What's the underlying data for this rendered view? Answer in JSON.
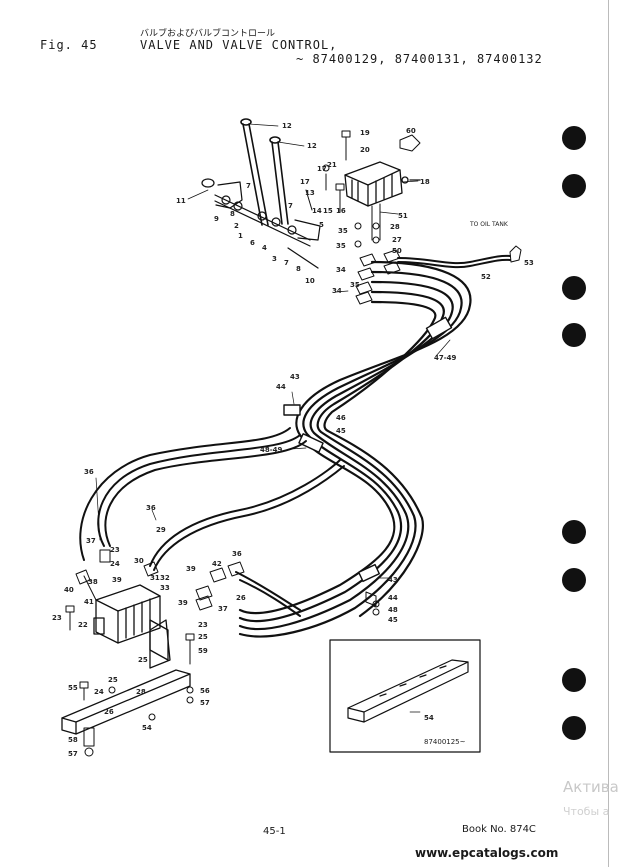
{
  "header": {
    "fig_label": "Fig. 45",
    "japanese_title": "バルブおよびバルブコントロール",
    "title": "VALVE AND VALVE CONTROL,",
    "serials": "~ 87400129, 87400131, 87400132"
  },
  "diagram": {
    "tank_label": "TO OIL TANK",
    "inset_code": "87400125~",
    "part_labels": [
      "12",
      "12",
      "7",
      "11",
      "9",
      "8",
      "2",
      "1",
      "6",
      "4",
      "3",
      "7",
      "8",
      "17",
      "13",
      "14",
      "15",
      "5",
      "10",
      "7",
      "21",
      "17",
      "16",
      "19",
      "20",
      "60",
      "18",
      "51",
      "35",
      "28",
      "27",
      "35",
      "50",
      "34",
      "34",
      "35",
      "52",
      "53",
      "47-49",
      "43",
      "44",
      "46",
      "45",
      "48-49",
      "36",
      "36",
      "29",
      "23",
      "24",
      "30",
      "37",
      "38",
      "39",
      "40",
      "31",
      "32",
      "33",
      "39",
      "36",
      "42",
      "26",
      "39",
      "37",
      "23",
      "41",
      "22",
      "25",
      "25",
      "59",
      "25",
      "55",
      "28",
      "26",
      "24",
      "56",
      "57",
      "54",
      "58",
      "57",
      "23",
      "44",
      "48",
      "45",
      "43",
      "54"
    ]
  },
  "footer": {
    "page_number": "45-1",
    "book_number": "Book No. 874C",
    "website": "www.epcatalogs.com"
  },
  "watermark": {
    "title": "Актива",
    "subtitle": "Чтобы а"
  }
}
